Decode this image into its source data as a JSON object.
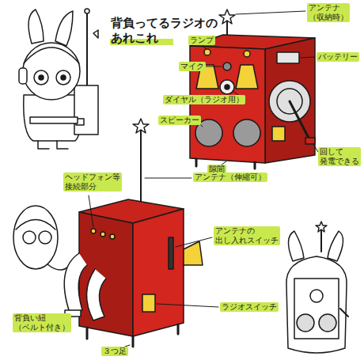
{
  "diagram": {
    "title": "背負ってるラジオの あれこれ",
    "labels": [
      "アンテナ （収納時）",
      "ランプ",
      "バッテリー",
      "マイク",
      "ダイヤル（ラジオ用）",
      "スピーカー",
      "隙間",
      "回して 発電できる",
      "ヘッドフォン等 接続部分",
      "アンテナ（伸縮可）",
      "アンテナの 出し入れスイッチ",
      "ラジオスイッチ",
      "背負い紐 （ベルト付き）",
      "３つ足"
    ]
  }
}
